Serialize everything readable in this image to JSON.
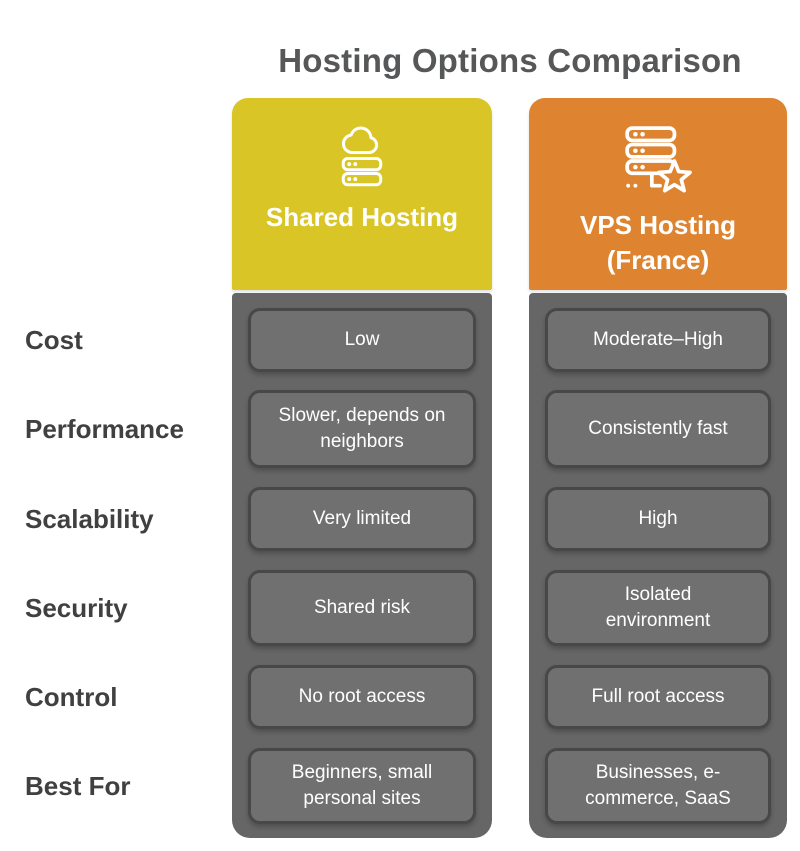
{
  "title": "Hosting Options Comparison",
  "columns": {
    "shared": {
      "header": "Shared Hosting",
      "icon": "cloud-server-icon",
      "header_color": "#d9c525"
    },
    "vps": {
      "header": "VPS Hosting (France)",
      "icon": "server-star-icon",
      "header_color": "#de8431"
    }
  },
  "rows": [
    {
      "label": "Cost",
      "shared": "Low",
      "vps": "Moderate–High"
    },
    {
      "label": "Performance",
      "shared": "Slower, depends on neighbors",
      "vps": "Consistently fast"
    },
    {
      "label": "Scalability",
      "shared": "Very limited",
      "vps": "High"
    },
    {
      "label": "Security",
      "shared": "Shared risk",
      "vps": "Isolated environment"
    },
    {
      "label": "Control",
      "shared": "No root access",
      "vps": "Full root access"
    },
    {
      "label": "Best For",
      "shared": "Beginners, small personal sites",
      "vps": "Businesses, e-commerce, SaaS"
    }
  ],
  "colors": {
    "shared_header": "#d9c525",
    "vps_header": "#de8431",
    "column_background": "#666666",
    "cell_background": "#707070",
    "cell_border": "#484848",
    "cell_text": "#ffffff",
    "title_text": "#565758",
    "row_label_text": "#404040",
    "page_background": "#ffffff"
  }
}
